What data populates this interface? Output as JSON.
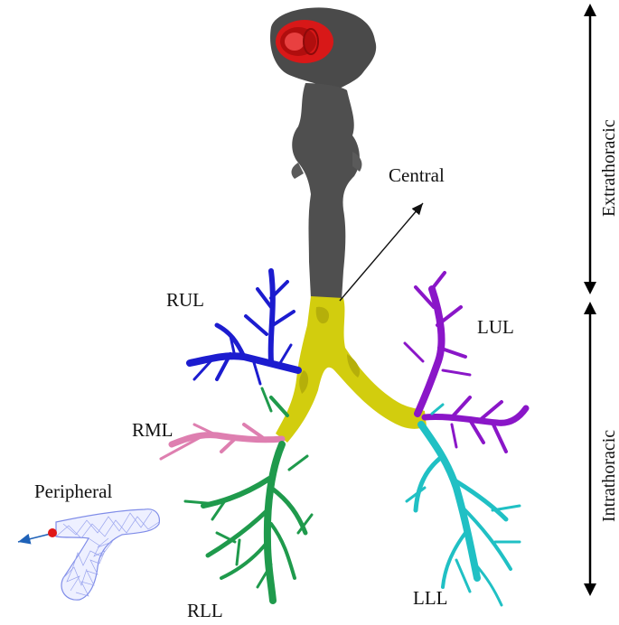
{
  "labels": {
    "central": "Central",
    "rul": "RUL",
    "lul": "LUL",
    "rml": "RML",
    "rll": "RLL",
    "lll": "LLL",
    "peripheral": "Peripheral"
  },
  "regions": {
    "extrathoracic": "Extrathoracic",
    "intrathoracic": "Intrathoracic"
  },
  "colors": {
    "upper_airway": "#4a4a4a",
    "face_mask": "#d81818",
    "central_airway": "#d2cd0e",
    "rul": "#1c1ccf",
    "lul": "#8a16c8",
    "rml": "#de7fb0",
    "rll": "#1f9a4c",
    "lll": "#20c0c4",
    "peripheral_mesh": "#7f8ce8",
    "particle": "#e01818",
    "arrow": "#1f62b8"
  }
}
